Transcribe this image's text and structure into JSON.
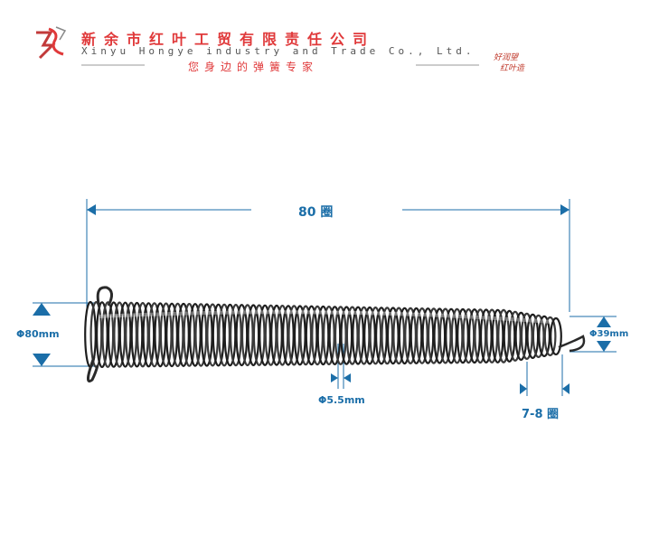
{
  "header": {
    "company_cn": "新余市红叶工贸有限责任公司",
    "company_en": "Xinyu Hongye industry and Trade Co., Ltd.",
    "slogan": "您身边的弹簧专家",
    "signature_line1": "好润望",
    "signature_line2": "红叶造"
  },
  "annotations": {
    "total_coils": "80 圈",
    "outer_diameter": "Φ80mm",
    "wire_diameter": "Φ5.5mm",
    "small_end_diameter": "Φ39mm",
    "end_coils": "7-8 圈"
  },
  "colors": {
    "brand_red": "#e0393a",
    "dimension_blue": "#1b6ea8",
    "spring_dark": "#2a2a2a"
  }
}
